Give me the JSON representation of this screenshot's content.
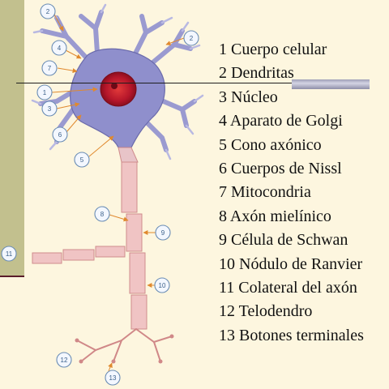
{
  "legend": [
    {
      "num": 1,
      "text": "1 Cuerpo celular"
    },
    {
      "num": 2,
      "text": "2 Dendritas"
    },
    {
      "num": 3,
      "text": "3 Núcleo"
    },
    {
      "num": 4,
      "text": "4 Aparato de Golgi"
    },
    {
      "num": 5,
      "text": "5 Cono axónico"
    },
    {
      "num": 6,
      "text": "6 Cuerpos de Nissl"
    },
    {
      "num": 7,
      "text": "7 Mitocondria"
    },
    {
      "num": 8,
      "text": "8 Axón mielínico"
    },
    {
      "num": 9,
      "text": "9 Célula de Schwan"
    },
    {
      "num": 10,
      "text": "10 Nódulo de Ranvier"
    },
    {
      "num": 11,
      "text": "11 Colateral del axón"
    },
    {
      "num": 12,
      "text": "12 Telodendro"
    },
    {
      "num": 13,
      "text": "13 Botones terminales"
    }
  ],
  "callouts": [
    "2",
    "2",
    "4",
    "7",
    "1",
    "3",
    "6",
    "5",
    "8",
    "9",
    "11",
    "10",
    "12",
    "13"
  ],
  "colors": {
    "background": "#fdf6df",
    "side_stripe": "#c2c08e",
    "cell_body": "#8f8fcc",
    "nucleus": "#c01a2a",
    "myelin": "#f0c4c4",
    "callout_outline": "#6b8db4",
    "leader_arrow": "#e0892e"
  }
}
